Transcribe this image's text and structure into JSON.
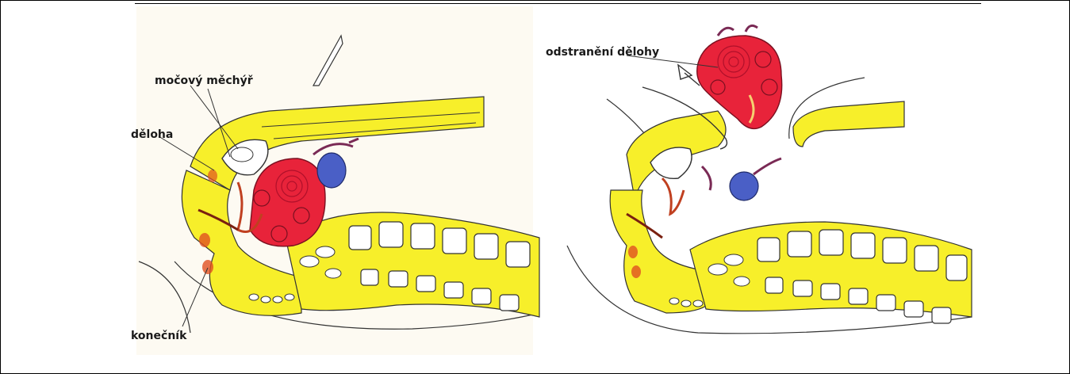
{
  "labels": {
    "bladder": "močový měchýř",
    "uterus": "děloha",
    "rectum": "konečník",
    "removal": "odstranění dělohy"
  },
  "colors": {
    "fat": "#f7ef2a",
    "uterus": "#e8233a",
    "ovary": "#4a5fc6",
    "vessel": "#7a2a55",
    "outline": "#333333",
    "border": "#000000"
  }
}
